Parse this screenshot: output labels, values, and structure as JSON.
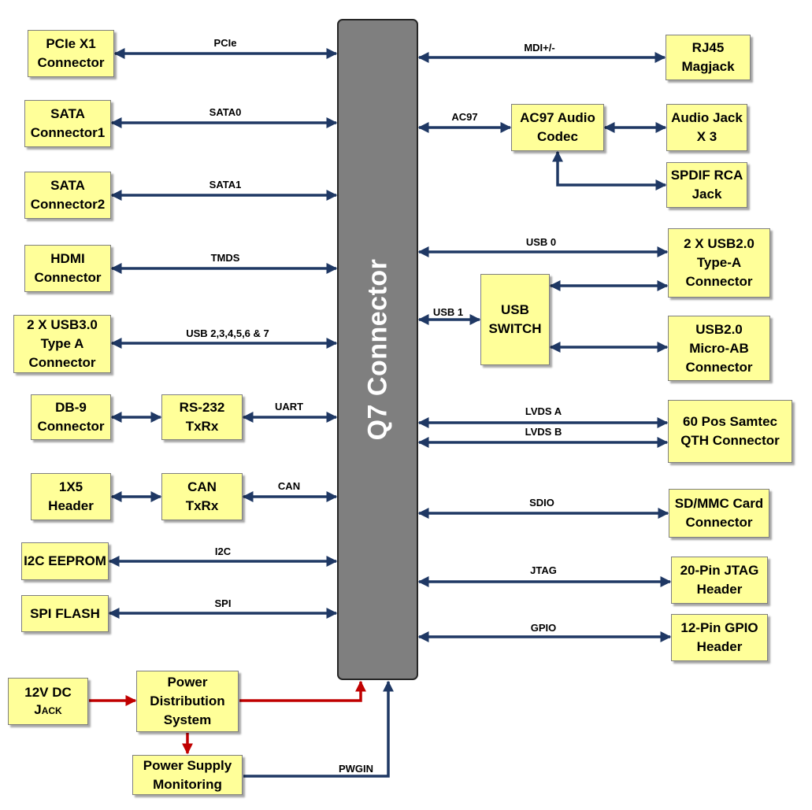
{
  "q7": {
    "title": "Q7 Connector"
  },
  "boxes": {
    "pcie_x1": "PCIe X1\nConnector",
    "sata1": "SATA\nConnector1",
    "sata2": "SATA\nConnector2",
    "hdmi": "HDMI\nConnector",
    "usb30": "2 X USB3.0\nType A\nConnector",
    "db9": "DB-9\nConnector",
    "rs232": "RS-232\nTxRx",
    "header1x5": "1X5\nHeader",
    "can": "CAN\nTxRx",
    "eeprom": "I2C EEPROM",
    "spi_flash": "SPI FLASH",
    "dc_jack": "12V DC\nJack",
    "power_dist": "Power\nDistribution\nSystem",
    "power_mon": "Power Supply\nMonitoring",
    "rj45": "RJ45\nMagjack",
    "ac97_codec": "AC97 Audio\nCodec",
    "audio_jack": "Audio Jack\nX 3",
    "spdif": "SPDIF RCA\nJack",
    "usb20_a": "2 X USB2.0\nType-A\nConnector",
    "usb_switch": "USB\nSWITCH",
    "usb20_micro": "USB2.0\nMicro-AB\nConnector",
    "samtec": "60 Pos Samtec\nQTH Connector",
    "sdmmc": "SD/MMC Card\nConnector",
    "jtag": "20-Pin JTAG\nHeader",
    "gpio": "12-Pin GPIO\nHeader"
  },
  "signals": {
    "pcie": "PCIe",
    "sata0": "SATA0",
    "sata1": "SATA1",
    "tmds": "TMDS",
    "usb_multi": "USB 2,3,4,5,6 & 7",
    "uart": "UART",
    "can": "CAN",
    "i2c": "I2C",
    "spi": "SPI",
    "pwgin": "PWGIN",
    "mdi": "MDI+/-",
    "ac97": "AC97",
    "usb0": "USB 0",
    "usb1": "USB 1",
    "lvds_a": "LVDS A",
    "lvds_b": "LVDS B",
    "sdio": "SDIO",
    "jtag": "JTAG",
    "gpio": "GPIO"
  },
  "colors": {
    "box_fill": "#ffff99",
    "connector_fill": "#7f7f7f",
    "arrow_blue": "#1f3864",
    "power_red": "#c00000"
  }
}
